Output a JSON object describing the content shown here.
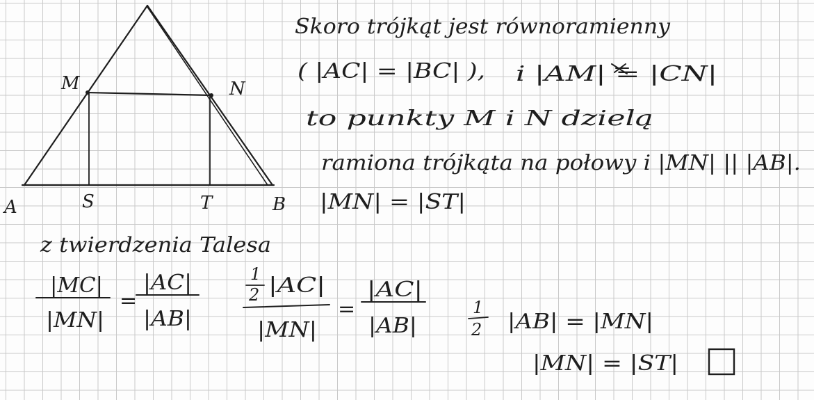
{
  "figure": {
    "points": {
      "A": "A",
      "B": "B",
      "C": "",
      "M": "M",
      "N": "N",
      "S": "S",
      "T": "T"
    }
  },
  "text": {
    "line1": "Skoro trójkąt jest równoramienny",
    "line2a": "( |AC| = |BC| ),",
    "line2b": "i |AM| = |CN|",
    "line3": "to punkty M i N dzielą",
    "line4": "ramiona trójkąta na połowy i |MN| || |AB|.",
    "line5": "|MN| = |ST|",
    "heading": "z twierdzenia Talesa"
  },
  "math": {
    "f1_num": "|MC|",
    "f1_den": "|MN|",
    "eq1": "=",
    "f2_num": "|AC|",
    "f2_den": "|AB|",
    "f3_coef_num": "1",
    "f3_coef_den": "2",
    "f3_num": "|AC|",
    "f3_den": "|MN|",
    "eq2": "=",
    "f4_num": "|AC|",
    "f4_den": "|AB|",
    "r1_coef_num": "1",
    "r1_coef_den": "2",
    "r1_rest": "|AB| = |MN|",
    "r2": "|MN| = |ST|"
  }
}
